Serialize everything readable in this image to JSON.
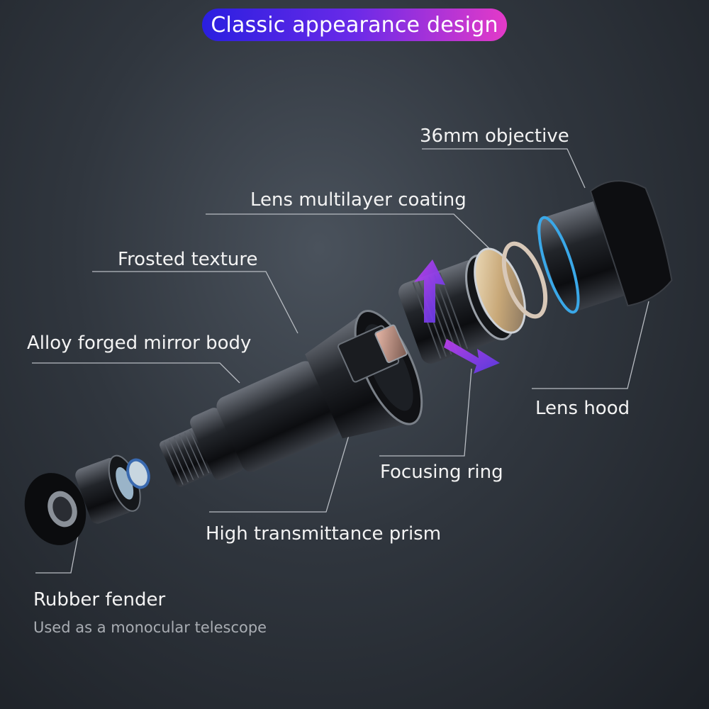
{
  "header": {
    "title": "Classic appearance design"
  },
  "callouts": {
    "objective": "36mm objective",
    "coating": "Lens multilayer coating",
    "frosted": "Frosted texture",
    "alloy": "Alloy forged mirror body",
    "hood": "Lens hood",
    "focusing": "Focusing ring",
    "prism": "High transmittance prism",
    "fender": "Rubber fender"
  },
  "footer": {
    "note": "Used as a monocular telescope"
  },
  "colors": {
    "pill_start": "#2a1fe0",
    "pill_end": "#e43ac8",
    "accent_blue": "#3aa8e8",
    "arrow_purple": "#9b3ff0"
  }
}
